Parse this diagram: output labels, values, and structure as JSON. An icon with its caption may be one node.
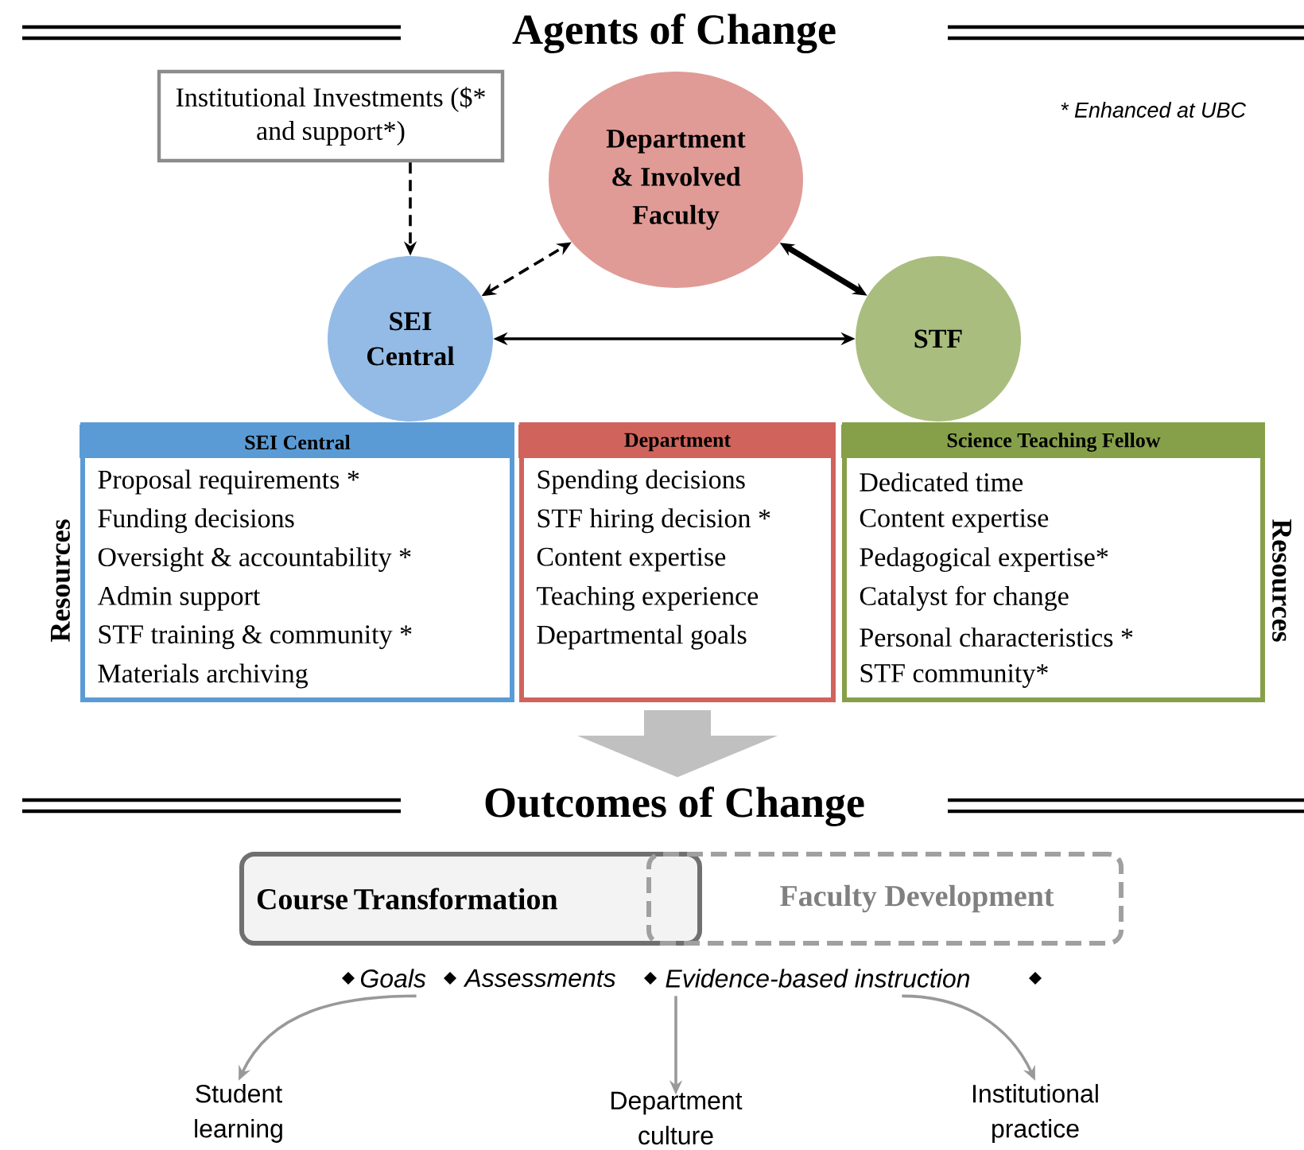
{
  "diagram": {
    "title": "Agents of Change",
    "nodes": [
      {
        "text": [
          "Institutional Investments ($* and support*)"
        ]
      },
      {
        "text": [
          "Department & Involved Faculty"
        ]
      },
      {
        "text": [
          "SEI Central"
        ]
      },
      {
        "text": [
          "STF"
        ]
      },
      {
        "text": [
          "SEI Central",
          "Proposal requirements *",
          "Funding decisions",
          "Oversight & accountability *",
          "Admin support",
          "STF training & community *",
          "Materials archiving"
        ]
      },
      {
        "text": [
          "Department",
          "Spending decisions",
          "STF hiring decision *",
          "Content expertise",
          "Teaching experience",
          "Departmental goals"
        ]
      },
      {
        "text": [
          "Science Teaching Fellow",
          "Dedicated time",
          "Content expertise",
          "Pedagogical expertise*",
          "Catalyst for change",
          "Personal  characteristics *",
          "STF community*"
        ]
      },
      {
        "text": [
          "Course Transformation"
        ]
      },
      {
        "text": [
          "Faculty Development"
        ]
      },
      {
        "text": [
          "Goals",
          "Assessments",
          "Evidence-based instruction"
        ]
      },
      {
        "text": [
          "Student learning"
        ]
      },
      {
        "text": [
          "Department culture"
        ]
      },
      {
        "text": [
          "Institutional practice"
        ]
      }
    ],
    "edges": [
      {
        "from": 0,
        "to": 2,
        "arrow": "to",
        "style": "dashed"
      },
      {
        "from": 2,
        "to": 1,
        "arrow": "both",
        "style": "dashed"
      },
      {
        "from": 1,
        "to": 3,
        "arrow": "both",
        "style": "thick"
      },
      {
        "from": 2,
        "to": 3,
        "arrow": "both"
      },
      {
        "from": 5,
        "to": null,
        "arrow": "to",
        "color": "#c0c0c0"
      },
      {
        "from": 9,
        "to": 10,
        "arrow": "to",
        "color": "#999999"
      },
      {
        "from": 9,
        "to": 11,
        "arrow": "to",
        "color": "#999999"
      },
      {
        "from": 9,
        "to": 12,
        "arrow": "to",
        "color": "#999999"
      }
    ],
    "labels": [
      "* Enhanced at UBC",
      "Resources",
      "Resources",
      "Outcomes of Change"
    ]
  }
}
